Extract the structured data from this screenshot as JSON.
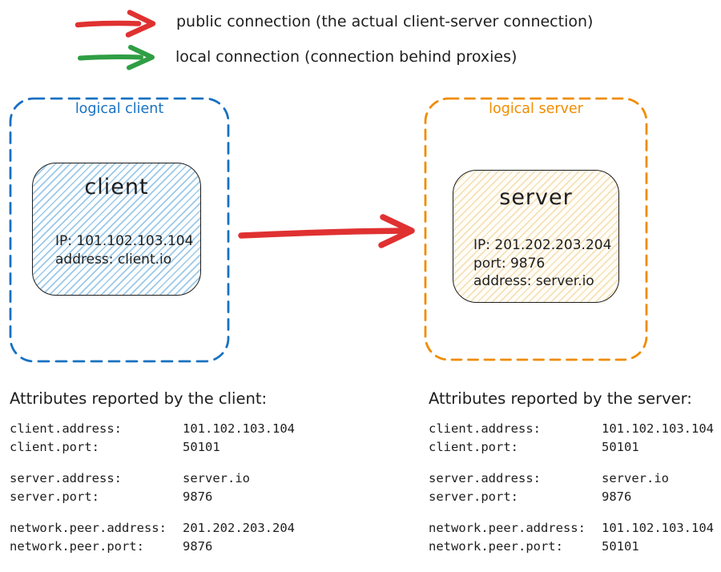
{
  "legend": {
    "items": [
      {
        "name": "public-connection",
        "color": "#e03131",
        "label": "public connection (the actual client-server connection)"
      },
      {
        "name": "local-connection",
        "color": "#2f9e44",
        "label": "local connection (connection behind proxies)"
      }
    ]
  },
  "diagram": {
    "text_color": "#1e1e1e",
    "logical_client": {
      "label": "logical client",
      "color": "#1971c2",
      "node": {
        "title": "client",
        "hatch_color": "#a5d8ff",
        "lines": [
          "IP: 101.102.103.104",
          "address: client.io"
        ]
      }
    },
    "logical_server": {
      "label": "logical server",
      "color": "#f08c00",
      "node": {
        "title": "server",
        "hatch_color": "#f5d7a6",
        "lines": [
          "IP: 201.202.203.204",
          "port: 9876",
          "address: server.io"
        ]
      }
    },
    "connection": {
      "type": "public connection",
      "color": "#e03131"
    }
  },
  "attributes": {
    "client": {
      "heading": "Attributes reported by the client:",
      "groups": [
        [
          {
            "key": "client.address:",
            "value": "101.102.103.104"
          },
          {
            "key": "client.port:",
            "value": "50101"
          }
        ],
        [
          {
            "key": "server.address:",
            "value": "server.io"
          },
          {
            "key": "server.port:",
            "value": "9876"
          }
        ],
        [
          {
            "key": "network.peer.address:",
            "value": "201.202.203.204"
          },
          {
            "key": "network.peer.port:",
            "value": "9876"
          }
        ]
      ]
    },
    "server": {
      "heading": "Attributes reported by the server:",
      "groups": [
        [
          {
            "key": "client.address:",
            "value": "101.102.103.104"
          },
          {
            "key": "client.port:",
            "value": "50101"
          }
        ],
        [
          {
            "key": "server.address:",
            "value": "server.io"
          },
          {
            "key": "server.port:",
            "value": "9876"
          }
        ],
        [
          {
            "key": "network.peer.address:",
            "value": "101.102.103.104"
          },
          {
            "key": "network.peer.port:",
            "value": "50101"
          }
        ]
      ]
    }
  }
}
